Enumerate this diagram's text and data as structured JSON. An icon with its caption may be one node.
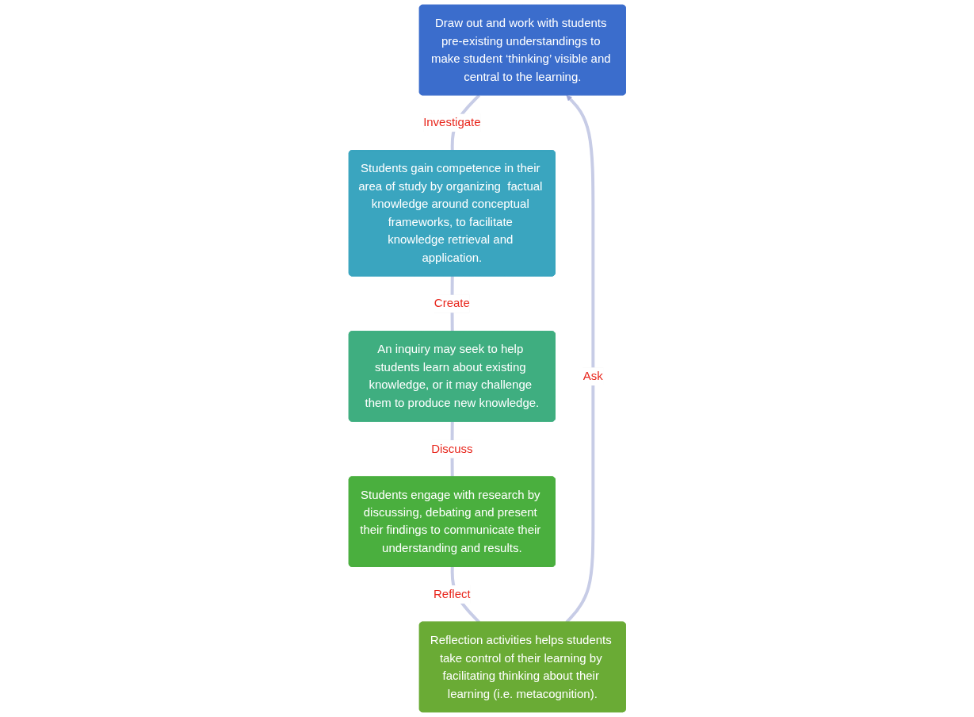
{
  "diagram": {
    "nodes": [
      {
        "text": [
          "Draw out and work with students pre-existing understandings to make student ‘thinking’ visible and central to the learning."
        ]
      },
      {
        "text": [
          "Students gain competence in their area of study by organizing  factual knowledge around conceptual frameworks, to facilitate knowledge retrieval and application."
        ]
      },
      {
        "text": [
          "An inquiry may seek to help students learn about existing knowledge, or it may challenge them to produce new knowledge."
        ]
      },
      {
        "text": [
          "Students engage with research by discussing, debating and present their findings to communicate their understanding and results."
        ]
      },
      {
        "text": [
          "Reflection activities helps students take control of their learning by facilitating thinking about their learning (i.e. metacognition)."
        ]
      }
    ],
    "edges": [
      {
        "from": 0,
        "to": 1,
        "arrow": "none",
        "label": "Investigate"
      },
      {
        "from": 1,
        "to": 2,
        "arrow": "none",
        "label": "Create"
      },
      {
        "from": 2,
        "to": 3,
        "arrow": "none",
        "label": "Discuss"
      },
      {
        "from": 3,
        "to": 4,
        "arrow": "none",
        "label": "Reflect"
      },
      {
        "from": 4,
        "to": 0,
        "arrow": "to",
        "label": "Ask"
      }
    ]
  }
}
